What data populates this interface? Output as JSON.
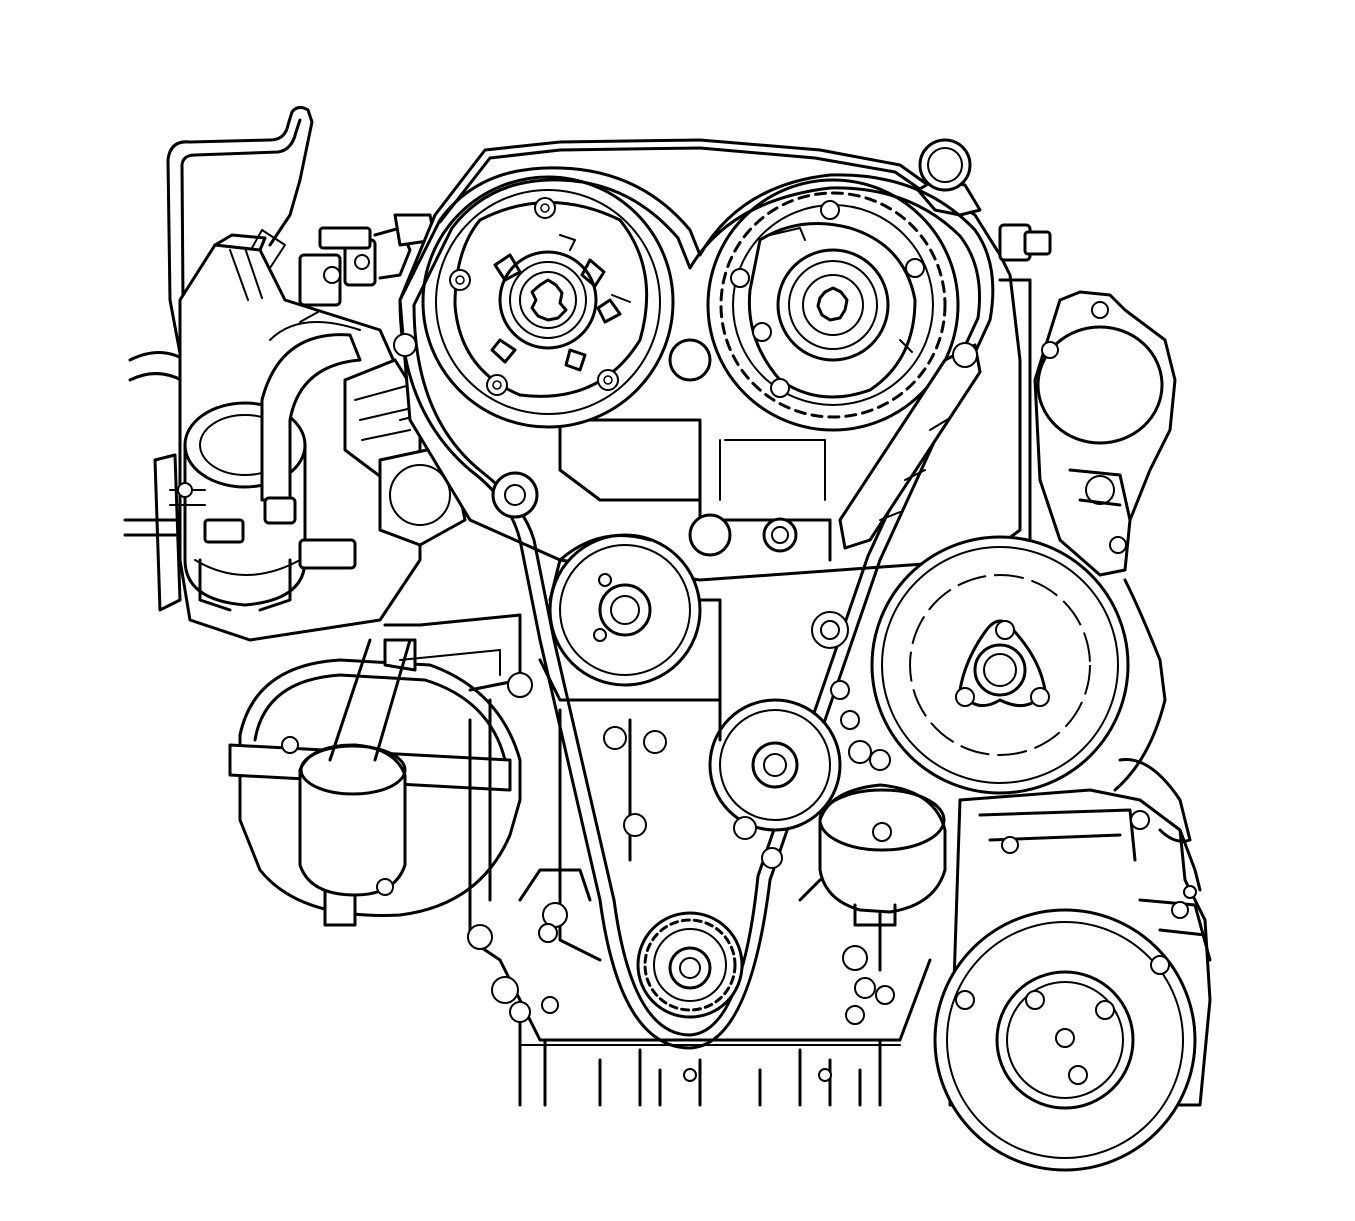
{
  "diagram": {
    "kind": "engine-front-line-drawing",
    "stroke_color": "#000000",
    "background_color": "#ffffff",
    "components": [
      "timing-belt-cover",
      "intake-camshaft-sprocket",
      "exhaust-camshaft-sprocket",
      "timing-belt",
      "belt-tensioner-pulley",
      "belt-idler-pulley",
      "crankshaft-sprocket",
      "water-pump-pulley",
      "ac-compressor-pulley",
      "alternator",
      "throttle-body",
      "vacuum-hose"
    ]
  }
}
